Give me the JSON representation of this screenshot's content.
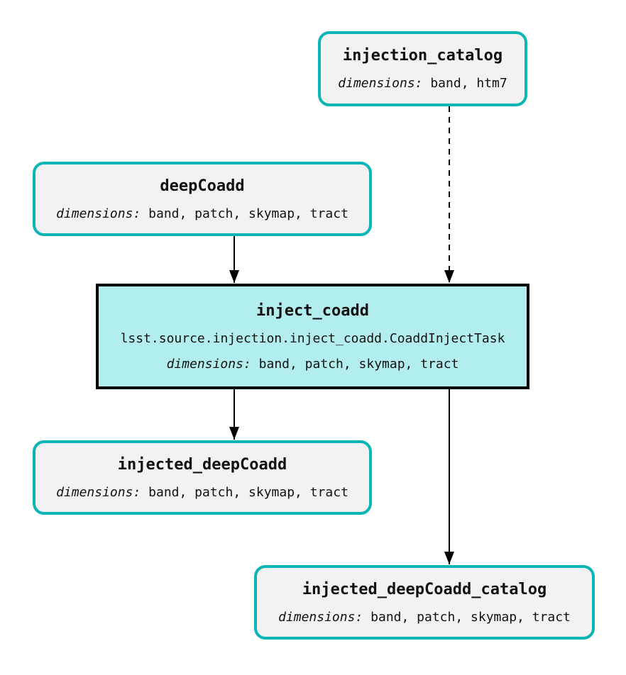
{
  "colors": {
    "background": "#ffffff",
    "dataset_node_border": "#0cb5b5",
    "dataset_node_fill": "#f2f2f2",
    "task_node_border": "#000000",
    "task_node_fill": "#b2eeee",
    "edge": "#000000",
    "text": "#111111"
  },
  "nodes": {
    "injection_catalog": {
      "title": "injection_catalog",
      "dimensions_label": "dimensions:",
      "dimensions": "band, htm7"
    },
    "deepCoadd": {
      "title": "deepCoadd",
      "dimensions_label": "dimensions:",
      "dimensions": "band, patch, skymap, tract"
    },
    "inject_coadd": {
      "title": "inject_coadd",
      "task_class": "lsst.source.injection.inject_coadd.CoaddInjectTask",
      "dimensions_label": "dimensions:",
      "dimensions": "band, patch, skymap, tract"
    },
    "injected_deepCoadd": {
      "title": "injected_deepCoadd",
      "dimensions_label": "dimensions:",
      "dimensions": "band, patch, skymap, tract"
    },
    "injected_deepCoadd_catalog": {
      "title": "injected_deepCoadd_catalog",
      "dimensions_label": "dimensions:",
      "dimensions": "band, patch, skymap, tract"
    }
  },
  "edges": [
    {
      "from": "injection_catalog",
      "to": "inject_coadd",
      "style": "dashed"
    },
    {
      "from": "deepCoadd",
      "to": "inject_coadd",
      "style": "solid"
    },
    {
      "from": "inject_coadd",
      "to": "injected_deepCoadd",
      "style": "solid"
    },
    {
      "from": "inject_coadd",
      "to": "injected_deepCoadd_catalog",
      "style": "solid"
    }
  ]
}
